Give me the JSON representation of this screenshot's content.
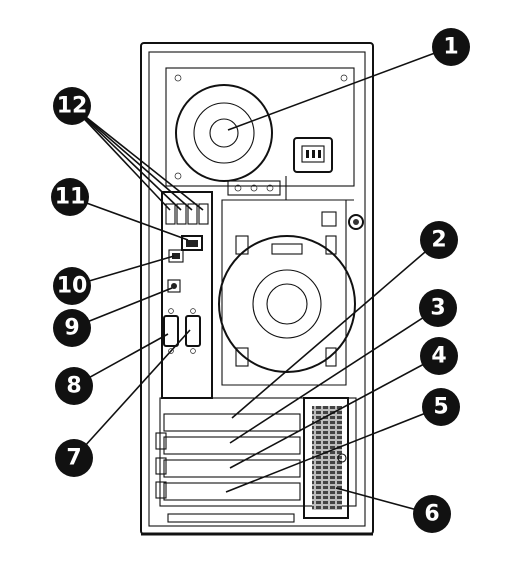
{
  "figure": {
    "subject": "server tower rear panel",
    "callouts": [
      {
        "label": "1"
      },
      {
        "label": "2"
      },
      {
        "label": "3"
      },
      {
        "label": "4"
      },
      {
        "label": "5"
      },
      {
        "label": "6"
      },
      {
        "label": "7"
      },
      {
        "label": "8"
      },
      {
        "label": "9"
      },
      {
        "label": "10"
      },
      {
        "label": "11"
      },
      {
        "label": "12"
      }
    ],
    "colors": {
      "ink": "#111111",
      "background": "#ffffff",
      "panel": "#f2f2f2",
      "metal": "#cfcfcf"
    }
  }
}
